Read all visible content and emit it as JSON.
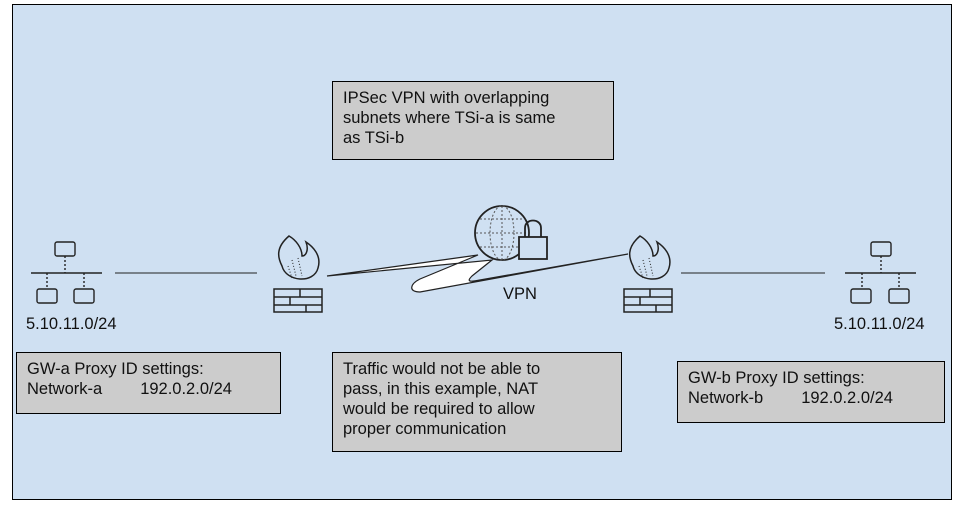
{
  "diagram": {
    "title_note": {
      "lines": [
        "IPSec VPN with overlapping",
        "subnets where TSi-a is same",
        "as TSi-b"
      ]
    },
    "left_network": {
      "subnet": "5.10.11.0/24",
      "icon": "network-icon"
    },
    "right_network": {
      "subnet": "5.10.11.0/24",
      "icon": "network-icon"
    },
    "left_gateway": {
      "icon": "firewall-icon"
    },
    "right_gateway": {
      "icon": "firewall-icon"
    },
    "tunnel": {
      "label": "VPN",
      "icon": "globe-lock-icon"
    },
    "gw_a_note": {
      "title": "GW-a Proxy ID settings:",
      "network": "Network-a",
      "subnet": "192.0.2.0/24"
    },
    "gw_b_note": {
      "title": "GW-b Proxy ID settings:",
      "network": "Network-b",
      "subnet": "192.0.2.0/24"
    },
    "traffic_note": {
      "lines": [
        "Traffic would not be able to",
        "pass, in this example, NAT",
        "would be required to allow",
        "proper communication"
      ]
    },
    "colors": {
      "background": "#cfe0f2",
      "note_fill": "#cccccc",
      "stroke": "#000000"
    }
  }
}
